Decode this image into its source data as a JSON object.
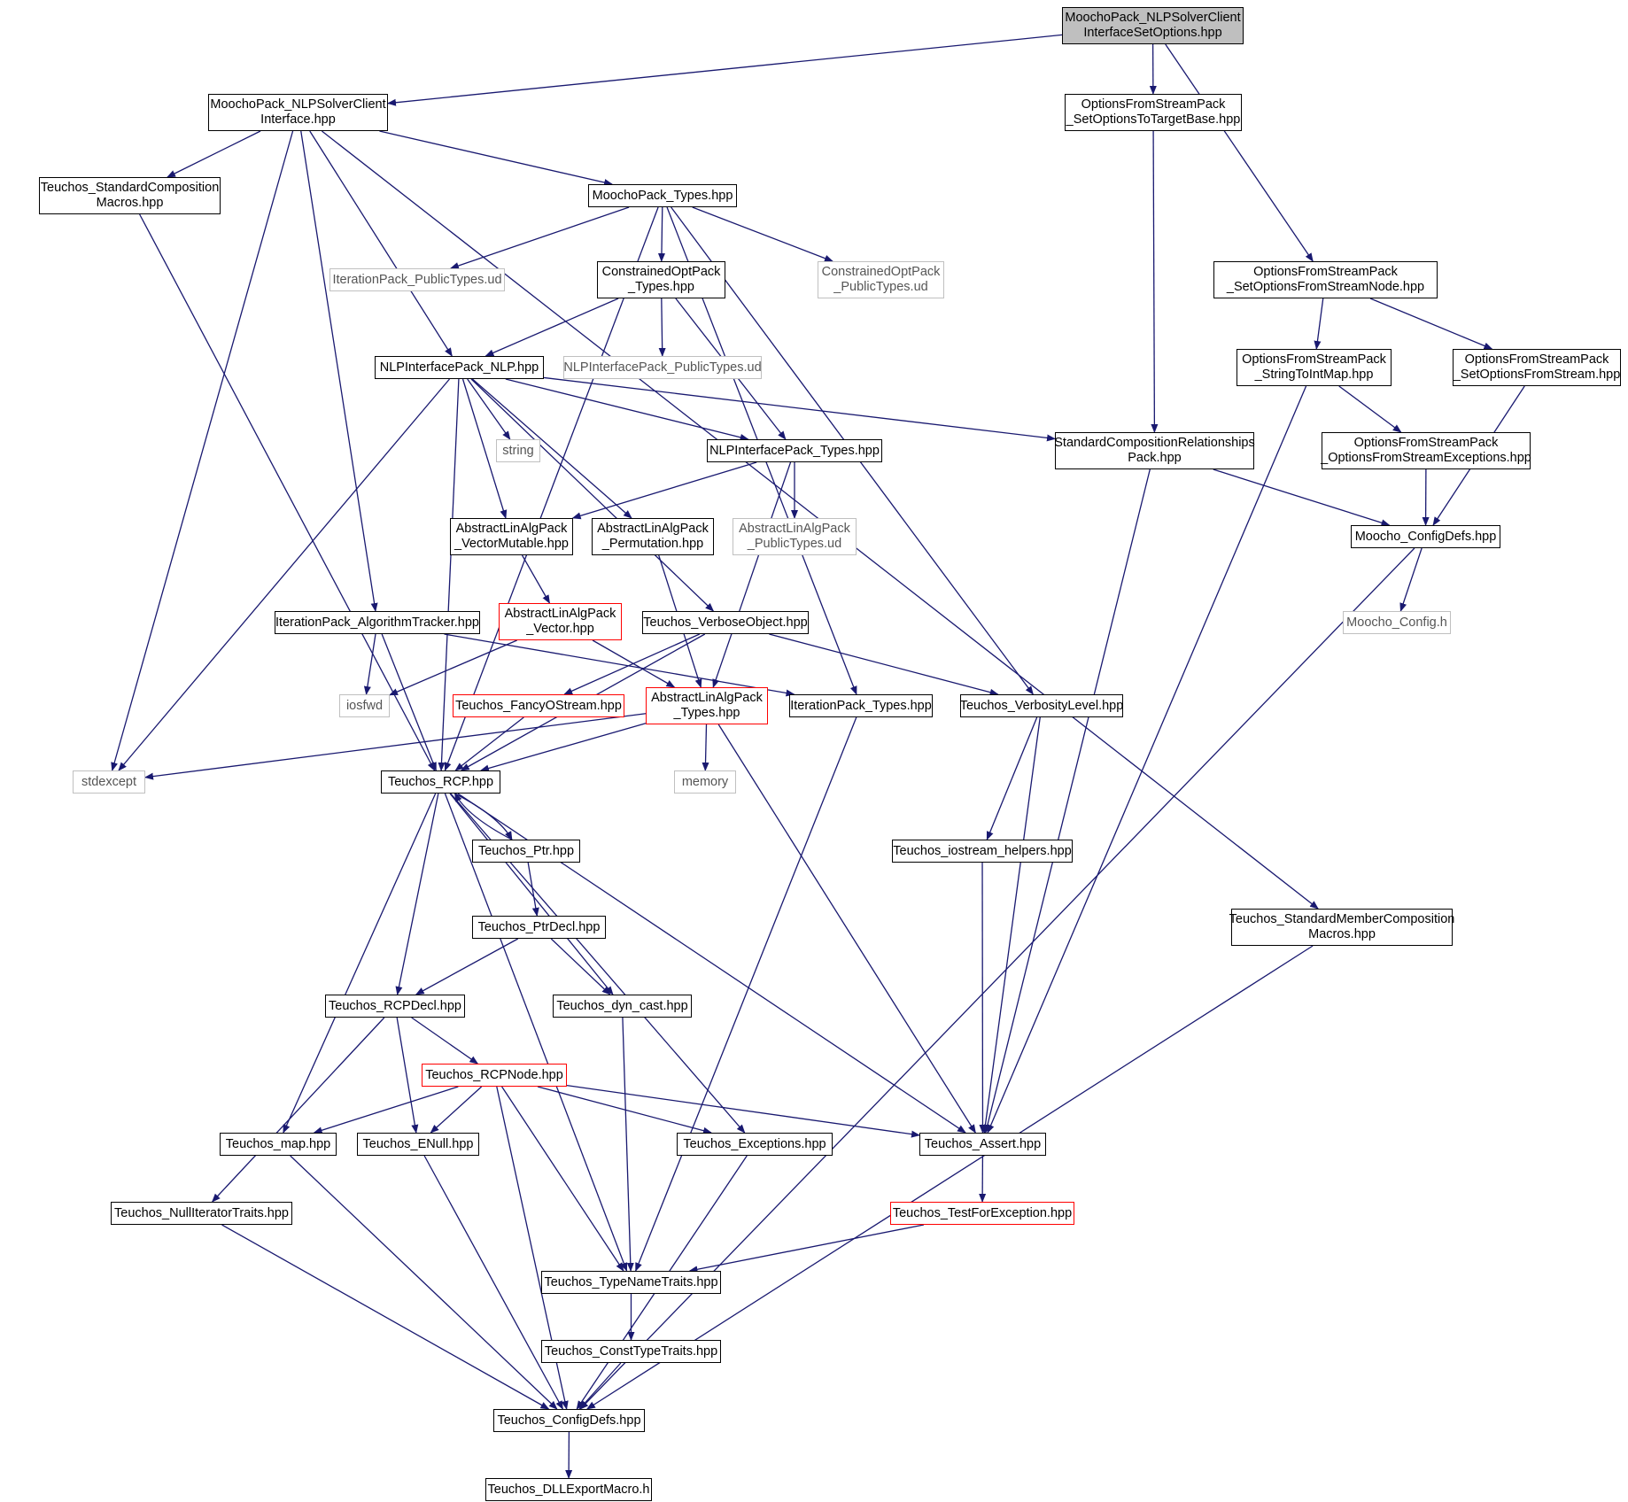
{
  "colors": {
    "edge": "#191970",
    "border": "#000000",
    "external": "#c0c0c0",
    "incomplete": "#ff0000",
    "root_fill": "#bfbfbf"
  },
  "nodes": [
    {
      "id": "n_root",
      "label": "MoochoPack_NLPSolverClient\nInterfaceSetOptions.hpp",
      "kind": "root"
    },
    {
      "id": "n_nlpsci",
      "label": "MoochoPack_NLPSolverClient\nInterface.hpp",
      "kind": "normal"
    },
    {
      "id": "n_ofs_target",
      "label": "OptionsFromStreamPack\n_SetOptionsToTargetBase.hpp",
      "kind": "normal"
    },
    {
      "id": "n_scm",
      "label": "Teuchos_StandardComposition\nMacros.hpp",
      "kind": "normal"
    },
    {
      "id": "n_mtypes",
      "label": "MoochoPack_Types.hpp",
      "kind": "normal"
    },
    {
      "id": "n_ofs_node",
      "label": "OptionsFromStreamPack\n_SetOptionsFromStreamNode.hpp",
      "kind": "normal"
    },
    {
      "id": "n_it_ud",
      "label": "IterationPack_PublicTypes.ud",
      "kind": "ext"
    },
    {
      "id": "n_copt",
      "label": "ConstrainedOptPack\n_Types.hpp",
      "kind": "normal"
    },
    {
      "id": "n_copt_ud",
      "label": "ConstrainedOptPack\n_PublicTypes.ud",
      "kind": "ext"
    },
    {
      "id": "n_nlp",
      "label": "NLPInterfacePack_NLP.hpp",
      "kind": "normal"
    },
    {
      "id": "n_nlp_ud",
      "label": "NLPInterfacePack_PublicTypes.ud",
      "kind": "ext"
    },
    {
      "id": "n_ofs_s2i",
      "label": "OptionsFromStreamPack\n_StringToIntMap.hpp",
      "kind": "normal"
    },
    {
      "id": "n_ofs_sofs",
      "label": "OptionsFromStreamPack\n_SetOptionsFromStream.hpp",
      "kind": "normal"
    },
    {
      "id": "n_string",
      "label": "string",
      "kind": "ext"
    },
    {
      "id": "n_nlptypes",
      "label": "NLPInterfacePack_Types.hpp",
      "kind": "normal"
    },
    {
      "id": "n_scrp",
      "label": "StandardCompositionRelationships\nPack.hpp",
      "kind": "normal"
    },
    {
      "id": "n_ofs_exc",
      "label": "OptionsFromStreamPack\n_OptionsFromStreamExceptions.hpp",
      "kind": "normal"
    },
    {
      "id": "n_vm",
      "label": "AbstractLinAlgPack\n_VectorMutable.hpp",
      "kind": "normal"
    },
    {
      "id": "n_perm",
      "label": "AbstractLinAlgPack\n_Permutation.hpp",
      "kind": "normal"
    },
    {
      "id": "n_alap_ud",
      "label": "AbstractLinAlgPack\n_PublicTypes.ud",
      "kind": "ext"
    },
    {
      "id": "n_mcfg",
      "label": "Moocho_ConfigDefs.hpp",
      "kind": "normal"
    },
    {
      "id": "n_itat",
      "label": "IterationPack_AlgorithmTracker.hpp",
      "kind": "normal"
    },
    {
      "id": "n_vec",
      "label": "AbstractLinAlgPack\n_Vector.hpp",
      "kind": "red"
    },
    {
      "id": "n_vobj",
      "label": "Teuchos_VerboseObject.hpp",
      "kind": "normal"
    },
    {
      "id": "n_mconfigh",
      "label": "Moocho_Config.h",
      "kind": "ext"
    },
    {
      "id": "n_iosfwd",
      "label": "iosfwd",
      "kind": "ext"
    },
    {
      "id": "n_fos",
      "label": "Teuchos_FancyOStream.hpp",
      "kind": "red"
    },
    {
      "id": "n_alaptypes",
      "label": "AbstractLinAlgPack\n_Types.hpp",
      "kind": "red"
    },
    {
      "id": "n_ittypes",
      "label": "IterationPack_Types.hpp",
      "kind": "normal"
    },
    {
      "id": "n_vlevel",
      "label": "Teuchos_VerbosityLevel.hpp",
      "kind": "normal"
    },
    {
      "id": "n_stdexcept",
      "label": "stdexcept",
      "kind": "ext"
    },
    {
      "id": "n_rcp",
      "label": "Teuchos_RCP.hpp",
      "kind": "normal"
    },
    {
      "id": "n_memory",
      "label": "memory",
      "kind": "ext"
    },
    {
      "id": "n_ptr",
      "label": "Teuchos_Ptr.hpp",
      "kind": "normal"
    },
    {
      "id": "n_ioh",
      "label": "Teuchos_iostream_helpers.hpp",
      "kind": "normal"
    },
    {
      "id": "n_smcm",
      "label": "Teuchos_StandardMemberComposition\nMacros.hpp",
      "kind": "normal"
    },
    {
      "id": "n_ptrdecl",
      "label": "Teuchos_PtrDecl.hpp",
      "kind": "normal"
    },
    {
      "id": "n_rcpdecl",
      "label": "Teuchos_RCPDecl.hpp",
      "kind": "normal"
    },
    {
      "id": "n_dyncast",
      "label": "Teuchos_dyn_cast.hpp",
      "kind": "normal"
    },
    {
      "id": "n_rcpnode",
      "label": "Teuchos_RCPNode.hpp",
      "kind": "red"
    },
    {
      "id": "n_map",
      "label": "Teuchos_map.hpp",
      "kind": "normal"
    },
    {
      "id": "n_enull",
      "label": "Teuchos_ENull.hpp",
      "kind": "normal"
    },
    {
      "id": "n_exc",
      "label": "Teuchos_Exceptions.hpp",
      "kind": "normal"
    },
    {
      "id": "n_assert",
      "label": "Teuchos_Assert.hpp",
      "kind": "normal"
    },
    {
      "id": "n_nit",
      "label": "Teuchos_NullIteratorTraits.hpp",
      "kind": "normal"
    },
    {
      "id": "n_tfe",
      "label": "Teuchos_TestForException.hpp",
      "kind": "red"
    },
    {
      "id": "n_tnt",
      "label": "Teuchos_TypeNameTraits.hpp",
      "kind": "normal"
    },
    {
      "id": "n_ctt",
      "label": "Teuchos_ConstTypeTraits.hpp",
      "kind": "normal"
    },
    {
      "id": "n_tcfg",
      "label": "Teuchos_ConfigDefs.hpp",
      "kind": "normal"
    },
    {
      "id": "n_dll",
      "label": "Teuchos_DLLExportMacro.h",
      "kind": "normal"
    }
  ],
  "edges": [
    [
      "n_root",
      "n_nlpsci"
    ],
    [
      "n_root",
      "n_ofs_target"
    ],
    [
      "n_root",
      "n_ofs_node"
    ],
    [
      "n_nlpsci",
      "n_scm"
    ],
    [
      "n_nlpsci",
      "n_mtypes"
    ],
    [
      "n_nlpsci",
      "n_stdexcept"
    ],
    [
      "n_nlpsci",
      "n_nlp"
    ],
    [
      "n_nlpsci",
      "n_itat"
    ],
    [
      "n_nlpsci",
      "n_smcm"
    ],
    [
      "n_ofs_target",
      "n_scrp"
    ],
    [
      "n_scm",
      "n_rcp"
    ],
    [
      "n_mtypes",
      "n_it_ud"
    ],
    [
      "n_mtypes",
      "n_copt"
    ],
    [
      "n_mtypes",
      "n_copt_ud"
    ],
    [
      "n_mtypes",
      "n_rcp"
    ],
    [
      "n_mtypes",
      "n_ittypes"
    ],
    [
      "n_mtypes",
      "n_vlevel"
    ],
    [
      "n_ofs_node",
      "n_ofs_s2i"
    ],
    [
      "n_ofs_node",
      "n_ofs_sofs"
    ],
    [
      "n_copt",
      "n_nlp"
    ],
    [
      "n_copt",
      "n_nlp_ud"
    ],
    [
      "n_copt",
      "n_nlptypes"
    ],
    [
      "n_nlp",
      "n_string"
    ],
    [
      "n_nlp",
      "n_vm"
    ],
    [
      "n_nlp",
      "n_perm"
    ],
    [
      "n_nlp",
      "n_nlptypes"
    ],
    [
      "n_nlp",
      "n_scrp"
    ],
    [
      "n_nlp",
      "n_vobj"
    ],
    [
      "n_nlp",
      "n_stdexcept"
    ],
    [
      "n_nlp",
      "n_rcp"
    ],
    [
      "n_ofs_s2i",
      "n_ofs_exc"
    ],
    [
      "n_ofs_s2i",
      "n_assert"
    ],
    [
      "n_ofs_sofs",
      "n_mcfg"
    ],
    [
      "n_nlptypes",
      "n_vm"
    ],
    [
      "n_nlptypes",
      "n_alap_ud"
    ],
    [
      "n_nlptypes",
      "n_alaptypes"
    ],
    [
      "n_scrp",
      "n_mcfg"
    ],
    [
      "n_scrp",
      "n_assert"
    ],
    [
      "n_ofs_exc",
      "n_mcfg"
    ],
    [
      "n_vm",
      "n_vec"
    ],
    [
      "n_perm",
      "n_alaptypes"
    ],
    [
      "n_mcfg",
      "n_mconfigh"
    ],
    [
      "n_mcfg",
      "n_tcfg"
    ],
    [
      "n_itat",
      "n_iosfwd"
    ],
    [
      "n_itat",
      "n_ittypes"
    ],
    [
      "n_itat",
      "n_rcp"
    ],
    [
      "n_vec",
      "n_iosfwd"
    ],
    [
      "n_vec",
      "n_alaptypes"
    ],
    [
      "n_vobj",
      "n_fos"
    ],
    [
      "n_vobj",
      "n_vlevel"
    ],
    [
      "n_vobj",
      "n_rcp"
    ],
    [
      "n_fos",
      "n_rcp"
    ],
    [
      "n_alaptypes",
      "n_memory"
    ],
    [
      "n_alaptypes",
      "n_stdexcept"
    ],
    [
      "n_alaptypes",
      "n_rcp"
    ],
    [
      "n_alaptypes",
      "n_assert"
    ],
    [
      "n_ittypes",
      "n_tnt"
    ],
    [
      "n_vlevel",
      "n_ioh"
    ],
    [
      "n_vlevel",
      "n_assert"
    ],
    [
      "n_rcp",
      "n_ptr"
    ],
    [
      "n_rcp",
      "n_rcpdecl"
    ],
    [
      "n_rcp",
      "n_dyncast"
    ],
    [
      "n_rcp",
      "n_map"
    ],
    [
      "n_rcp",
      "n_exc"
    ],
    [
      "n_rcp",
      "n_assert"
    ],
    [
      "n_rcp",
      "n_tnt"
    ],
    [
      "n_ptr",
      "n_ptrdecl"
    ],
    [
      "n_ptr",
      "n_rcp"
    ],
    [
      "n_ioh",
      "n_assert"
    ],
    [
      "n_smcm",
      "n_tcfg"
    ],
    [
      "n_ptrdecl",
      "n_rcpdecl"
    ],
    [
      "n_ptrdecl",
      "n_dyncast"
    ],
    [
      "n_rcpdecl",
      "n_rcpnode"
    ],
    [
      "n_rcpdecl",
      "n_enull"
    ],
    [
      "n_rcpdecl",
      "n_nit"
    ],
    [
      "n_dyncast",
      "n_tnt"
    ],
    [
      "n_rcpnode",
      "n_map"
    ],
    [
      "n_rcpnode",
      "n_enull"
    ],
    [
      "n_rcpnode",
      "n_exc"
    ],
    [
      "n_rcpnode",
      "n_assert"
    ],
    [
      "n_rcpnode",
      "n_tnt"
    ],
    [
      "n_rcpnode",
      "n_tcfg"
    ],
    [
      "n_map",
      "n_tcfg"
    ],
    [
      "n_enull",
      "n_tcfg"
    ],
    [
      "n_exc",
      "n_tcfg"
    ],
    [
      "n_assert",
      "n_tfe"
    ],
    [
      "n_nit",
      "n_tcfg"
    ],
    [
      "n_tfe",
      "n_tnt"
    ],
    [
      "n_tnt",
      "n_ctt"
    ],
    [
      "n_ctt",
      "n_tcfg"
    ],
    [
      "n_tcfg",
      "n_dll"
    ]
  ]
}
